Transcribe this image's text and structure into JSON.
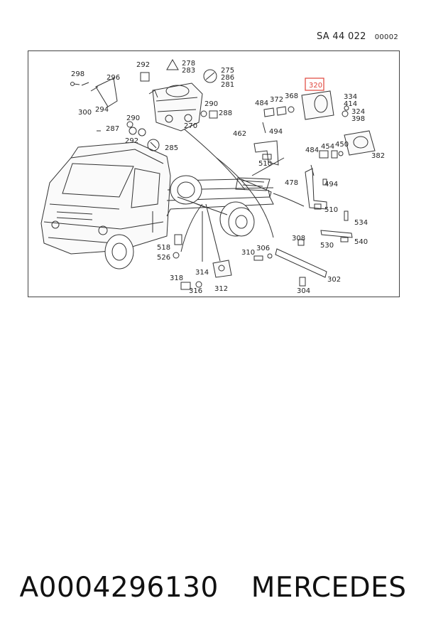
{
  "header": {
    "group_code": "SA   44 022",
    "sheet_code": "00002"
  },
  "highlight_color": "#e0433a",
  "callouts": [
    {
      "id": "c298",
      "label": "298"
    },
    {
      "id": "c296",
      "label": "296"
    },
    {
      "id": "c300",
      "label": "300"
    },
    {
      "id": "c294",
      "label": "294"
    },
    {
      "id": "c292a",
      "label": "292"
    },
    {
      "id": "c278",
      "label": "278"
    },
    {
      "id": "c283",
      "label": "283"
    },
    {
      "id": "c275",
      "label": "275"
    },
    {
      "id": "c286",
      "label": "286"
    },
    {
      "id": "c281",
      "label": "281"
    },
    {
      "id": "c290a",
      "label": "290"
    },
    {
      "id": "c287",
      "label": "287"
    },
    {
      "id": "c290b",
      "label": "290"
    },
    {
      "id": "c292b",
      "label": "292"
    },
    {
      "id": "c288",
      "label": "288"
    },
    {
      "id": "c270",
      "label": "270"
    },
    {
      "id": "c285",
      "label": "285"
    },
    {
      "id": "c320",
      "label": "320",
      "highlight": true
    },
    {
      "id": "c484a",
      "label": "484"
    },
    {
      "id": "c372",
      "label": "372"
    },
    {
      "id": "c368",
      "label": "368"
    },
    {
      "id": "c334",
      "label": "334"
    },
    {
      "id": "c414",
      "label": "414"
    },
    {
      "id": "c324",
      "label": "324"
    },
    {
      "id": "c398",
      "label": "398"
    },
    {
      "id": "c462",
      "label": "462"
    },
    {
      "id": "c494a",
      "label": "494"
    },
    {
      "id": "c510a",
      "label": "510"
    },
    {
      "id": "c484b",
      "label": "484"
    },
    {
      "id": "c454",
      "label": "454"
    },
    {
      "id": "c450",
      "label": "450"
    },
    {
      "id": "c382",
      "label": "382"
    },
    {
      "id": "c478",
      "label": "478"
    },
    {
      "id": "c494b",
      "label": "494"
    },
    {
      "id": "c510b",
      "label": "510"
    },
    {
      "id": "c534",
      "label": "534"
    },
    {
      "id": "c308",
      "label": "308"
    },
    {
      "id": "c530",
      "label": "530"
    },
    {
      "id": "c540",
      "label": "540"
    },
    {
      "id": "c310",
      "label": "310"
    },
    {
      "id": "c306",
      "label": "306"
    },
    {
      "id": "c518",
      "label": "518"
    },
    {
      "id": "c526",
      "label": "526"
    },
    {
      "id": "c302",
      "label": "302"
    },
    {
      "id": "c318",
      "label": "318"
    },
    {
      "id": "c314",
      "label": "314"
    },
    {
      "id": "c316",
      "label": "316"
    },
    {
      "id": "c312",
      "label": "312"
    },
    {
      "id": "c304",
      "label": "304"
    }
  ],
  "footer": {
    "part_number": "A0004296130",
    "brand": "MERCEDES"
  }
}
